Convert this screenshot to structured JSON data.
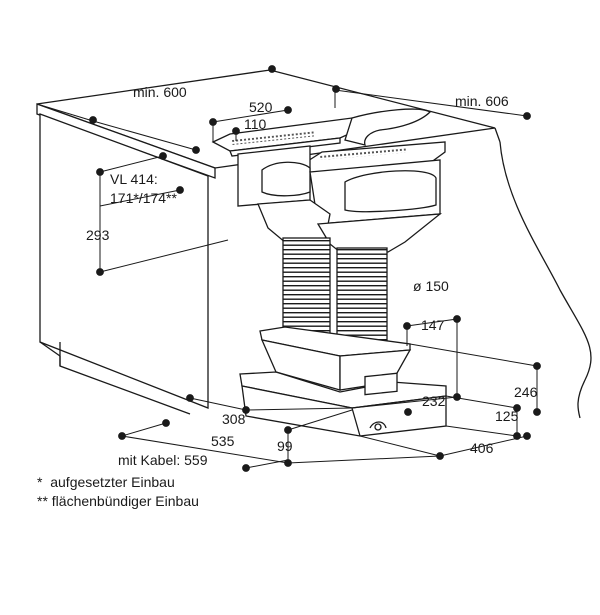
{
  "dimensions": {
    "min_600": "min. 600",
    "d_520": "520",
    "d_110": "110",
    "min_606": "min. 606",
    "vl_414": "VL 414:",
    "vl_values": "171*/174**",
    "d_293": "293",
    "diameter_150": "ø 150",
    "d_147": "147",
    "d_246": "246",
    "d_308": "308",
    "d_232": "232",
    "d_125": "125",
    "d_535": "535",
    "d_99": "99",
    "d_406": "406",
    "mit_kabel": "mit Kabel: 559"
  },
  "footnotes": {
    "single": "*  aufgesetzter Einbau",
    "double": "** flächenbündiger Einbau"
  }
}
